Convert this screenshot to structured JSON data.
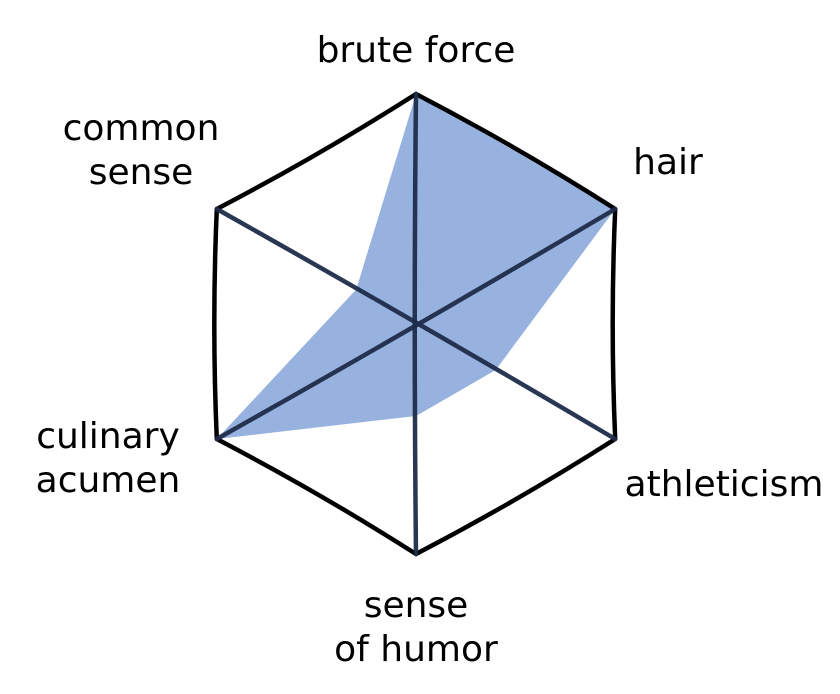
{
  "chart_data": {
    "type": "radar",
    "title": "",
    "axes": [
      {
        "label_lines": [
          "brute force"
        ],
        "value": 1.0
      },
      {
        "label_lines": [
          "hair"
        ],
        "value": 1.0
      },
      {
        "label_lines": [
          "athleticism"
        ],
        "value": 0.4
      },
      {
        "label_lines": [
          "sense",
          "of humor"
        ],
        "value": 0.4
      },
      {
        "label_lines": [
          "culinary",
          "acumen"
        ],
        "value": 1.0
      },
      {
        "label_lines": [
          "common",
          "sense"
        ],
        "value": 0.3
      }
    ],
    "range": [
      0,
      1
    ],
    "series": [
      {
        "values": [
          1.0,
          1.0,
          0.4,
          0.4,
          1.0,
          0.3
        ],
        "color": "#97b2de"
      }
    ],
    "grid": false,
    "legend": "none",
    "style": "xkcd"
  }
}
